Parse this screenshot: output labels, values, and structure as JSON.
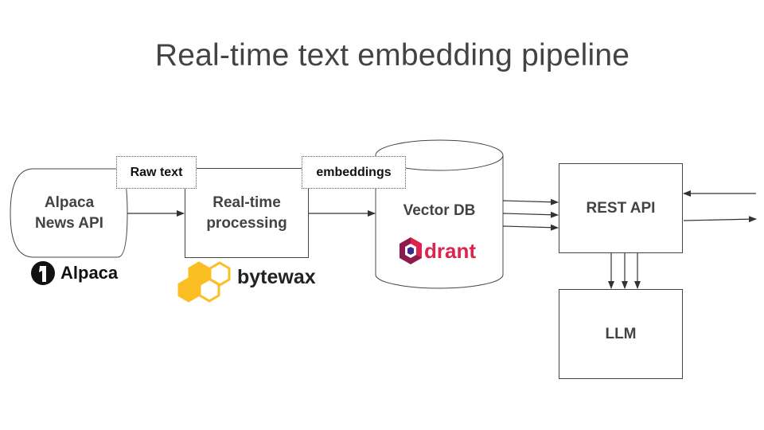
{
  "title": "Real-time text embedding pipeline",
  "nodes": {
    "source": {
      "line1": "Alpaca",
      "line2": "News API"
    },
    "processing": {
      "line1": "Real-time",
      "line2": "processing"
    },
    "vector_db": {
      "label": "Vector DB"
    },
    "rest_api": {
      "label": "REST API"
    },
    "llm": {
      "label": "LLM"
    }
  },
  "edge_labels": {
    "raw_text": "Raw text",
    "embeddings": "embeddings"
  },
  "logos": {
    "alpaca": {
      "text": "Alpaca",
      "color": "#111111"
    },
    "bytewax": {
      "text": "bytewax",
      "color": "#fbbf24"
    },
    "qdrant": {
      "text": "drant",
      "color": "#dc244c"
    }
  }
}
